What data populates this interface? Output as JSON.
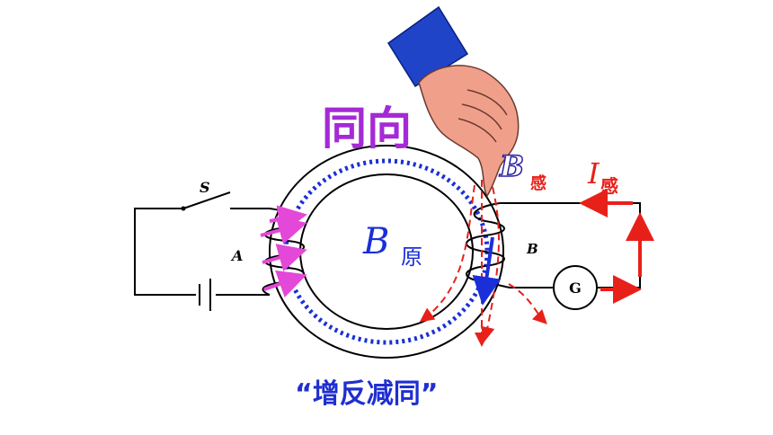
{
  "title_text": "同向",
  "caption_text": "“增反减同”",
  "labels": {
    "switch": "S",
    "coil_a": "A",
    "coil_b": "B",
    "galvanometer": "G",
    "b_original_symbol": "B",
    "b_original_sub": "原",
    "b_induced_symbol": "B",
    "b_induced_sub": "感",
    "i_induced_symbol": "I",
    "i_induced_sub": "感"
  },
  "colors": {
    "title": "#a52ad6",
    "caption": "#1f2fd0",
    "b_original": "#1a2fd8",
    "induced": "#e8201a",
    "primary_arrows": "#e448d8",
    "dotted_field": "#1a2fd8",
    "sleeve": "#1f44c8",
    "hand": "#f0a08a"
  }
}
